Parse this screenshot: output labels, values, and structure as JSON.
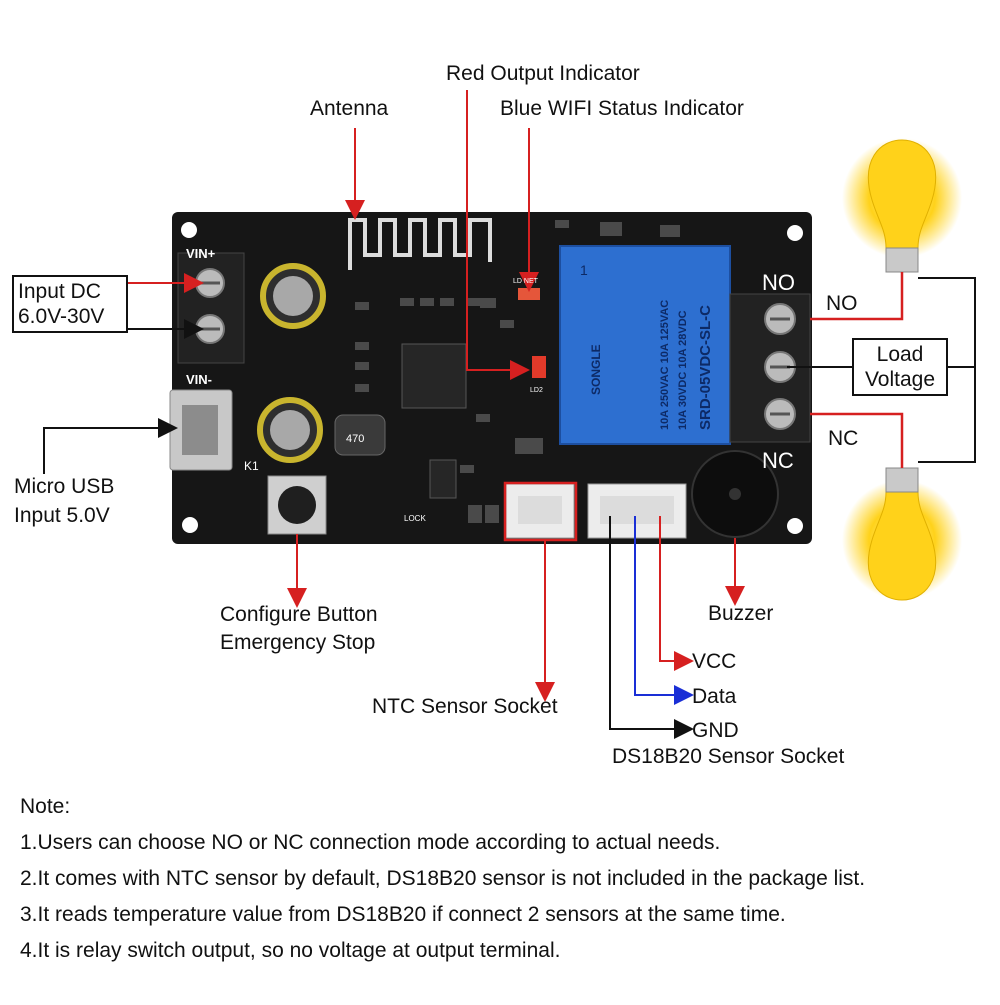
{
  "labels": {
    "red_output": "Red Output  Indicator",
    "blue_wifi": "Blue WIFI Status Indicator",
    "antenna": "Antenna",
    "input_dc_1": "Input DC",
    "input_dc_2": "6.0V-30V",
    "micro_usb_1": "Micro USB",
    "micro_usb_2": "Input 5.0V",
    "configure_1": "Configure Button",
    "configure_2": "Emergency Stop",
    "ntc_socket": "NTC Sensor Socket",
    "buzzer": "Buzzer",
    "vcc": "VCC",
    "data": "Data",
    "gnd": "GND",
    "ds18b20": "DS18B20 Sensor Socket",
    "no": "NO",
    "nc": "NC",
    "load_1": "Load",
    "load_2": "Voltage"
  },
  "board": {
    "vin_plus": "VIN+",
    "vin_minus": "VIN-",
    "k1": "K1",
    "no_silk": "NO",
    "nc_silk": "NC",
    "relay_brand": "SONGLE",
    "relay_model": "SRD-05VDC-SL-C",
    "relay_rating_1": "10A 250VAC  10A 125VAC",
    "relay_rating_2": "10A 30VDC  10A 28VDC",
    "relay_num": "1",
    "cap_470": "470",
    "lock": "LOCK",
    "ld_net": "LD NET",
    "ld2": "LD2"
  },
  "notes": {
    "title": "Note:",
    "items": [
      "1.Users can choose NO or NC connection mode according to actual needs.",
      "2.It comes with NTC sensor by default, DS18B20 sensor is not included in the package list.",
      "3.It reads temperature value from DS18B20 if connect 2 sensors at the same time.",
      "4.It is relay switch output, so no voltage at output terminal."
    ]
  },
  "colors": {
    "board": "#1a1a1a",
    "relay": "#2d6fd0",
    "terminal": "#222222",
    "arrow_red": "#d62020",
    "arrow_blue": "#1a2fd6",
    "arrow_black": "#111111",
    "bulb": "#ffd21a"
  }
}
